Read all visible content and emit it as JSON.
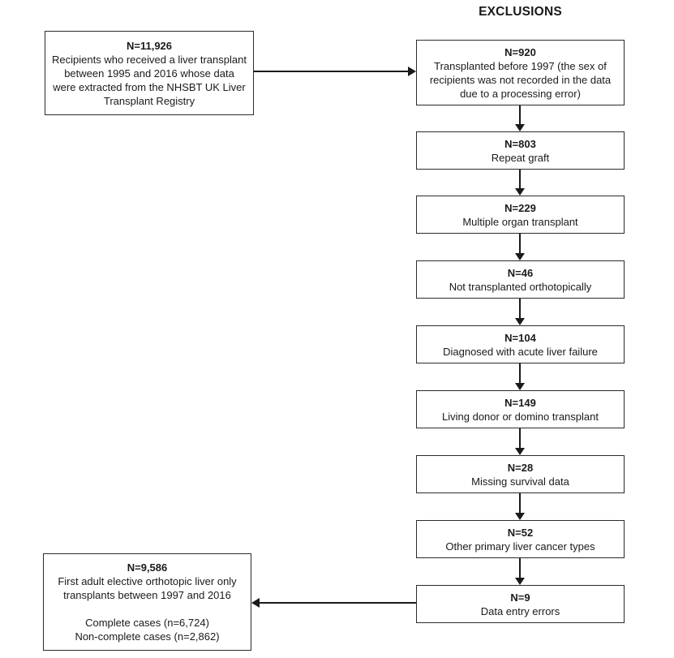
{
  "title": "EXCLUSIONS",
  "source_box": {
    "n": "N=11,926",
    "description": "Recipients who received a liver transplant between 1995 and 2016 whose data were extracted from the NHSBT UK Liver Transplant Registry"
  },
  "exclusions": [
    {
      "n": "N=920",
      "label": "Transplanted before 1997 (the sex of recipients was not recorded in the data due to a processing error)"
    },
    {
      "n": "N=803",
      "label": "Repeat graft"
    },
    {
      "n": "N=229",
      "label": "Multiple organ transplant"
    },
    {
      "n": "N=46",
      "label": "Not transplanted orthotopically"
    },
    {
      "n": "N=104",
      "label": "Diagnosed with acute liver failure"
    },
    {
      "n": "N=149",
      "label": "Living donor or domino transplant"
    },
    {
      "n": "N=28",
      "label": "Missing survival data"
    },
    {
      "n": "N=52",
      "label": "Other primary liver cancer types"
    },
    {
      "n": "N=9",
      "label": "Data entry errors"
    }
  ],
  "result_box": {
    "n": "N=9,586",
    "description": "First adult elective orthotopic liver only transplants between 1997 and 2016",
    "complete": "Complete cases (n=6,724)",
    "non_complete": "Non-complete cases (n=2,862)"
  },
  "colors": {
    "background": "#ffffff",
    "border": "#2b2b2b",
    "text": "#1a1a1a"
  }
}
